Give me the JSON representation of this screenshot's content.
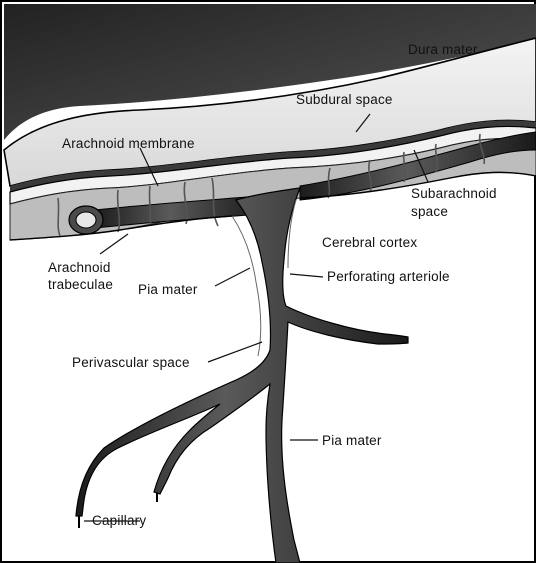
{
  "figure": {
    "labels": {
      "dura_mater": "Dura mater",
      "subdural_space": "Subdural space",
      "arachnoid_membrane": "Arachnoid membrane",
      "subarachnoid_space_1": "Subarachnoid",
      "subarachnoid_space_2": "space",
      "cerebral_cortex": "Cerebral cortex",
      "arachnoid_trabeculae_1": "Arachnoid",
      "arachnoid_trabeculae_2": "trabeculae",
      "pia_mater_upper": "Pia mater",
      "perforating_arteriole": "Perforating arteriole",
      "perivascular_space": "Perivascular space",
      "pia_mater_lower": "Pia mater",
      "capillary": "Capillary"
    }
  }
}
